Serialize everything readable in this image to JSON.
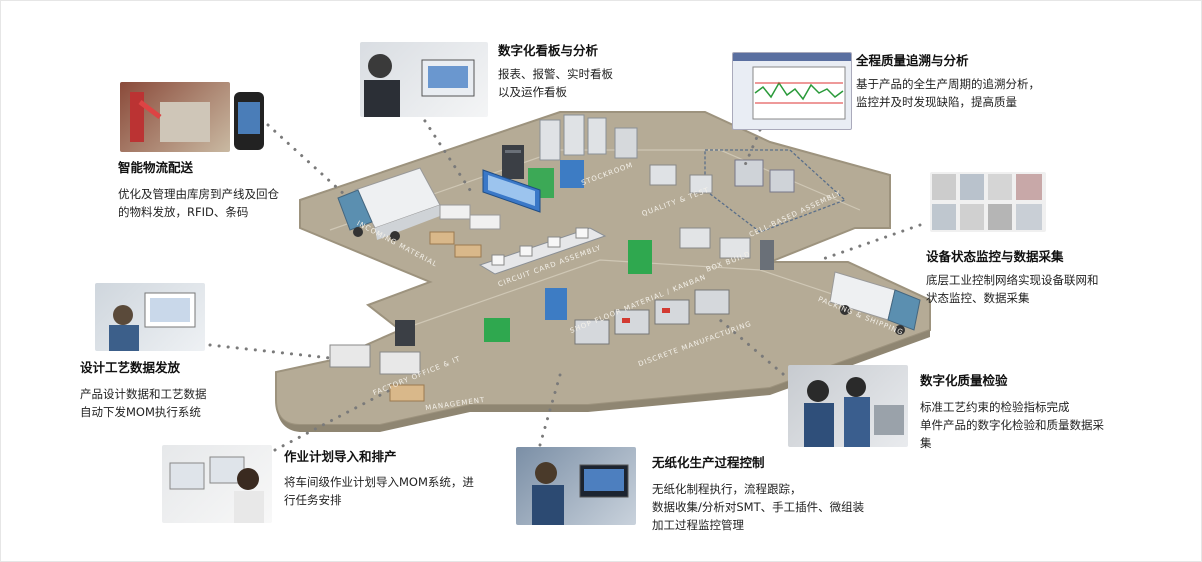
{
  "colors": {
    "floor": "#b5ab96",
    "floor_edge": "#9d937e",
    "dots": "#7a7a7a",
    "bin_green": "#2fa84f",
    "screen_blue": "#3a78c8"
  },
  "callouts": {
    "dashboard": {
      "title": "数字化看板与分析",
      "lines": [
        "报表、报警、实时看板",
        "以及运作看板"
      ]
    },
    "quality_trace": {
      "title": "全程质量追溯与分析",
      "lines": [
        "基于产品的全生产周期的追溯分析，",
        "监控并及时发现缺陷，提高质量"
      ]
    },
    "logistics": {
      "title": "智能物流配送",
      "lines": [
        "优化及管理由库房到产线及回仓",
        "的物料发放，RFID、条码"
      ]
    },
    "equipment": {
      "title": "设备状态监控与数据采集",
      "lines": [
        "底层工业控制网络实现设备联网和",
        "状态监控、数据采集"
      ]
    },
    "design": {
      "title": "设计工艺数据发放",
      "lines": [
        "产品设计数据和工艺数据",
        "自动下发MOM执行系统"
      ]
    },
    "inspection": {
      "title": "数字化质量检验",
      "lines": [
        "标准工艺约束的检验指标完成",
        "单件产品的数字化检验和质量数据采",
        "集"
      ]
    },
    "scheduling": {
      "title": "作业计划导入和排产",
      "lines": [
        "将车间级作业计划导入MOM系统，进",
        "行任务安排"
      ]
    },
    "paperless": {
      "title": "无纸化生产过程控制",
      "lines": [
        "无纸化制程执行，流程跟踪，",
        "数据收集/分析对SMT、手工插件、微组装",
        "加工过程监控管理"
      ]
    }
  },
  "floor_labels": {
    "stockroom": "STOCKROOM",
    "quality_test": "QUALITY & TEST",
    "cell_assembly": "CELL-BASED ASSEMBLY",
    "incoming": "INCOMING MATERIAL",
    "circuit": "CIRCUIT CARD ASSEMBLY",
    "box_build": "BOX BUILD",
    "shop_floor": "SHOP FLOOR MATERIAL / KANBAN",
    "discrete": "DISCRETE MANUFACTURING",
    "packing": "PACKING & SHIPPING",
    "office": "FACTORY OFFICE & IT",
    "management": "MANAGEMENT"
  }
}
